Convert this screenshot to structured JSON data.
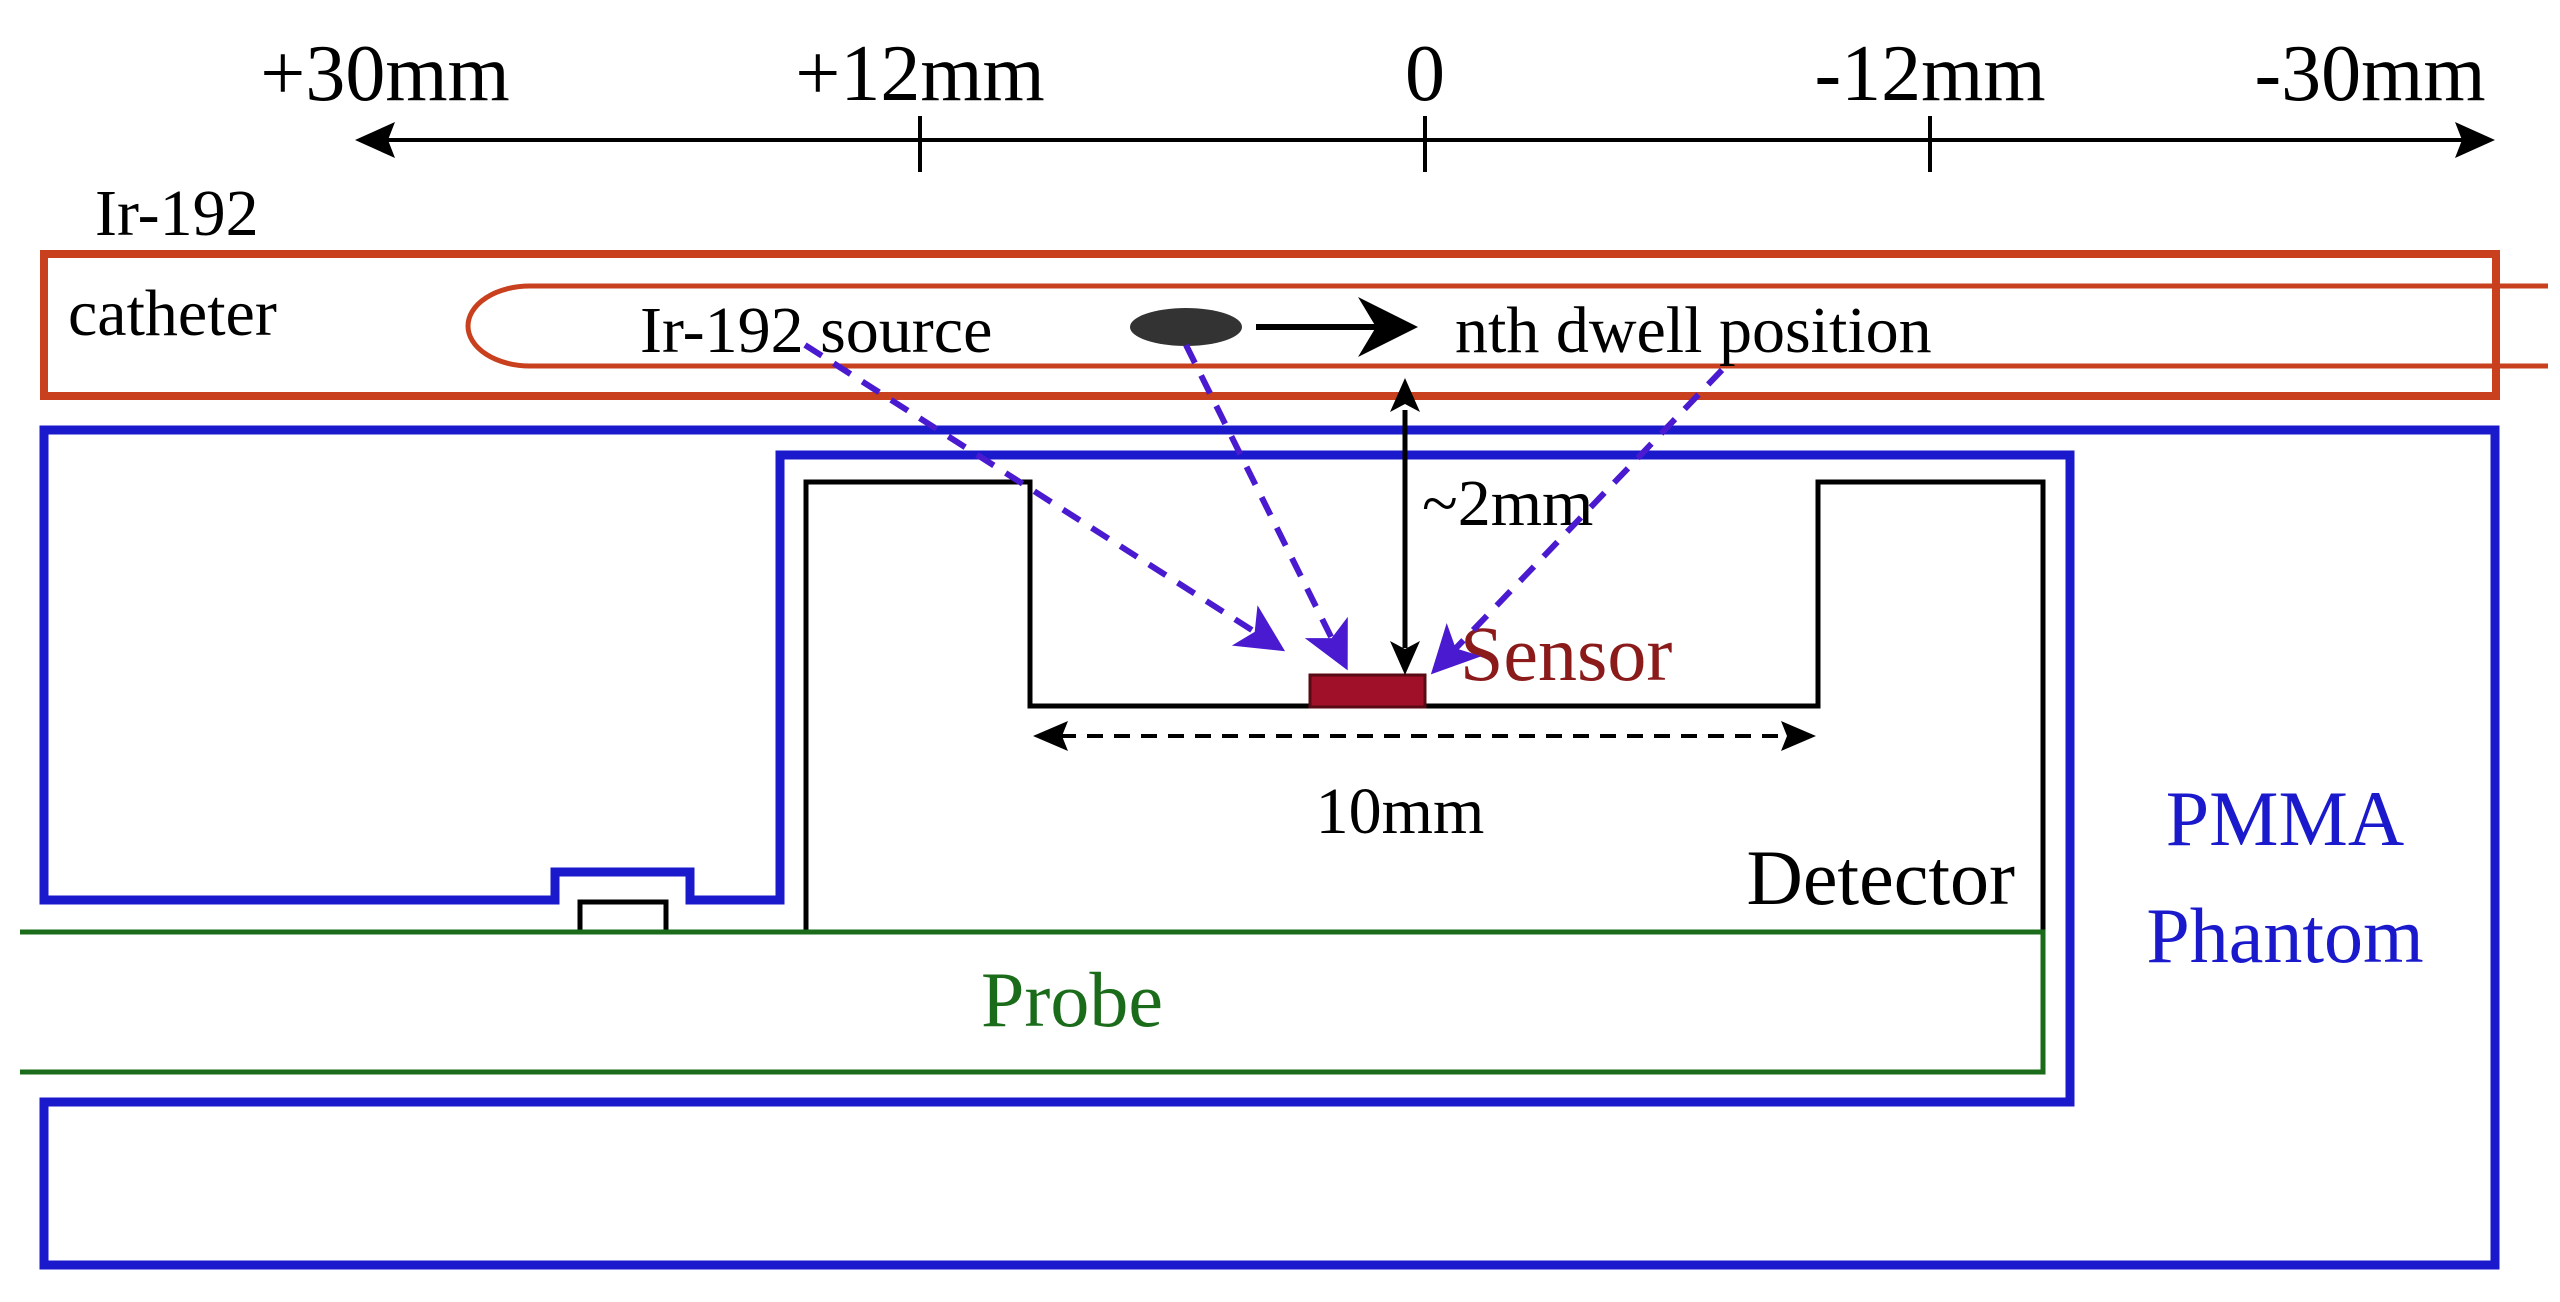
{
  "scale": {
    "ticks": [
      "+30mm",
      "+12mm",
      "0",
      "-12mm",
      "-30mm"
    ]
  },
  "catheter": {
    "label_line1": "Ir-192",
    "label_line2": "catheter",
    "source_label": "Ir-192 source",
    "dwell_label": "nth dwell position"
  },
  "distance_label": "~2mm",
  "sensor": {
    "label": "Sensor"
  },
  "width_label": "10mm",
  "detector": {
    "label": "Detector"
  },
  "probe": {
    "label": "Probe"
  },
  "phantom": {
    "label_line1": "PMMA",
    "label_line2": "Phantom"
  },
  "colors": {
    "catheter": "#c8401e",
    "phantom": "#1a1acc",
    "probe": "#1a6b1a",
    "sensor": "#a01028",
    "sensor_text": "#8b1a1a",
    "rays": "#4a1ad0",
    "source": "#333333",
    "outline": "#000000"
  }
}
